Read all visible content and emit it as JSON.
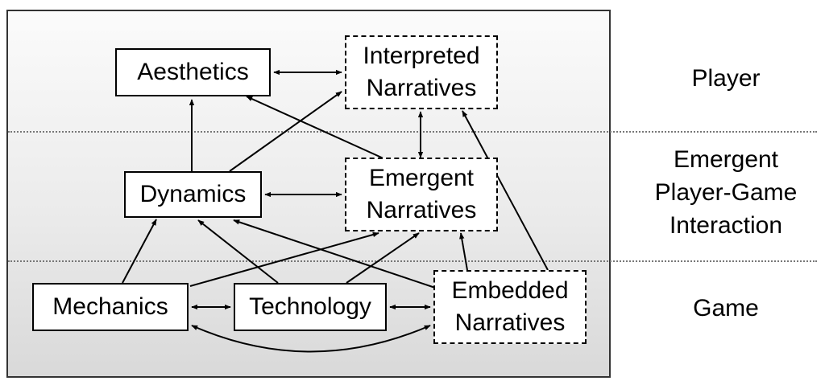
{
  "nodes": {
    "aesthetics": "Aesthetics",
    "interpreted_narratives": "Interpreted\nNarratives",
    "dynamics": "Dynamics",
    "emergent_narratives": "Emergent\nNarratives",
    "mechanics": "Mechanics",
    "technology": "Technology",
    "embedded_narratives": "Embedded\nNarratives"
  },
  "layers": {
    "player": "Player",
    "emergent_interaction": "Emergent\nPlayer-Game\nInteraction",
    "game": "Game"
  },
  "edges": [
    {
      "from": "aesthetics",
      "to": "interpreted_narratives",
      "direction": "both"
    },
    {
      "from": "dynamics",
      "to": "aesthetics",
      "direction": "forward"
    },
    {
      "from": "dynamics",
      "to": "interpreted_narratives",
      "direction": "forward"
    },
    {
      "from": "emergent_narratives",
      "to": "aesthetics",
      "direction": "forward"
    },
    {
      "from": "emergent_narratives",
      "to": "interpreted_narratives",
      "direction": "both"
    },
    {
      "from": "dynamics",
      "to": "emergent_narratives",
      "direction": "both"
    },
    {
      "from": "mechanics",
      "to": "dynamics",
      "direction": "forward"
    },
    {
      "from": "mechanics",
      "to": "emergent_narratives",
      "direction": "forward"
    },
    {
      "from": "technology",
      "to": "dynamics",
      "direction": "forward"
    },
    {
      "from": "technology",
      "to": "emergent_narratives",
      "direction": "forward"
    },
    {
      "from": "embedded_narratives",
      "to": "dynamics",
      "direction": "forward"
    },
    {
      "from": "embedded_narratives",
      "to": "emergent_narratives",
      "direction": "forward"
    },
    {
      "from": "embedded_narratives",
      "to": "interpreted_narratives",
      "direction": "forward"
    },
    {
      "from": "mechanics",
      "to": "technology",
      "direction": "both"
    },
    {
      "from": "technology",
      "to": "embedded_narratives",
      "direction": "both"
    },
    {
      "from": "mechanics",
      "to": "embedded_narratives",
      "direction": "both",
      "style": "curved"
    }
  ]
}
